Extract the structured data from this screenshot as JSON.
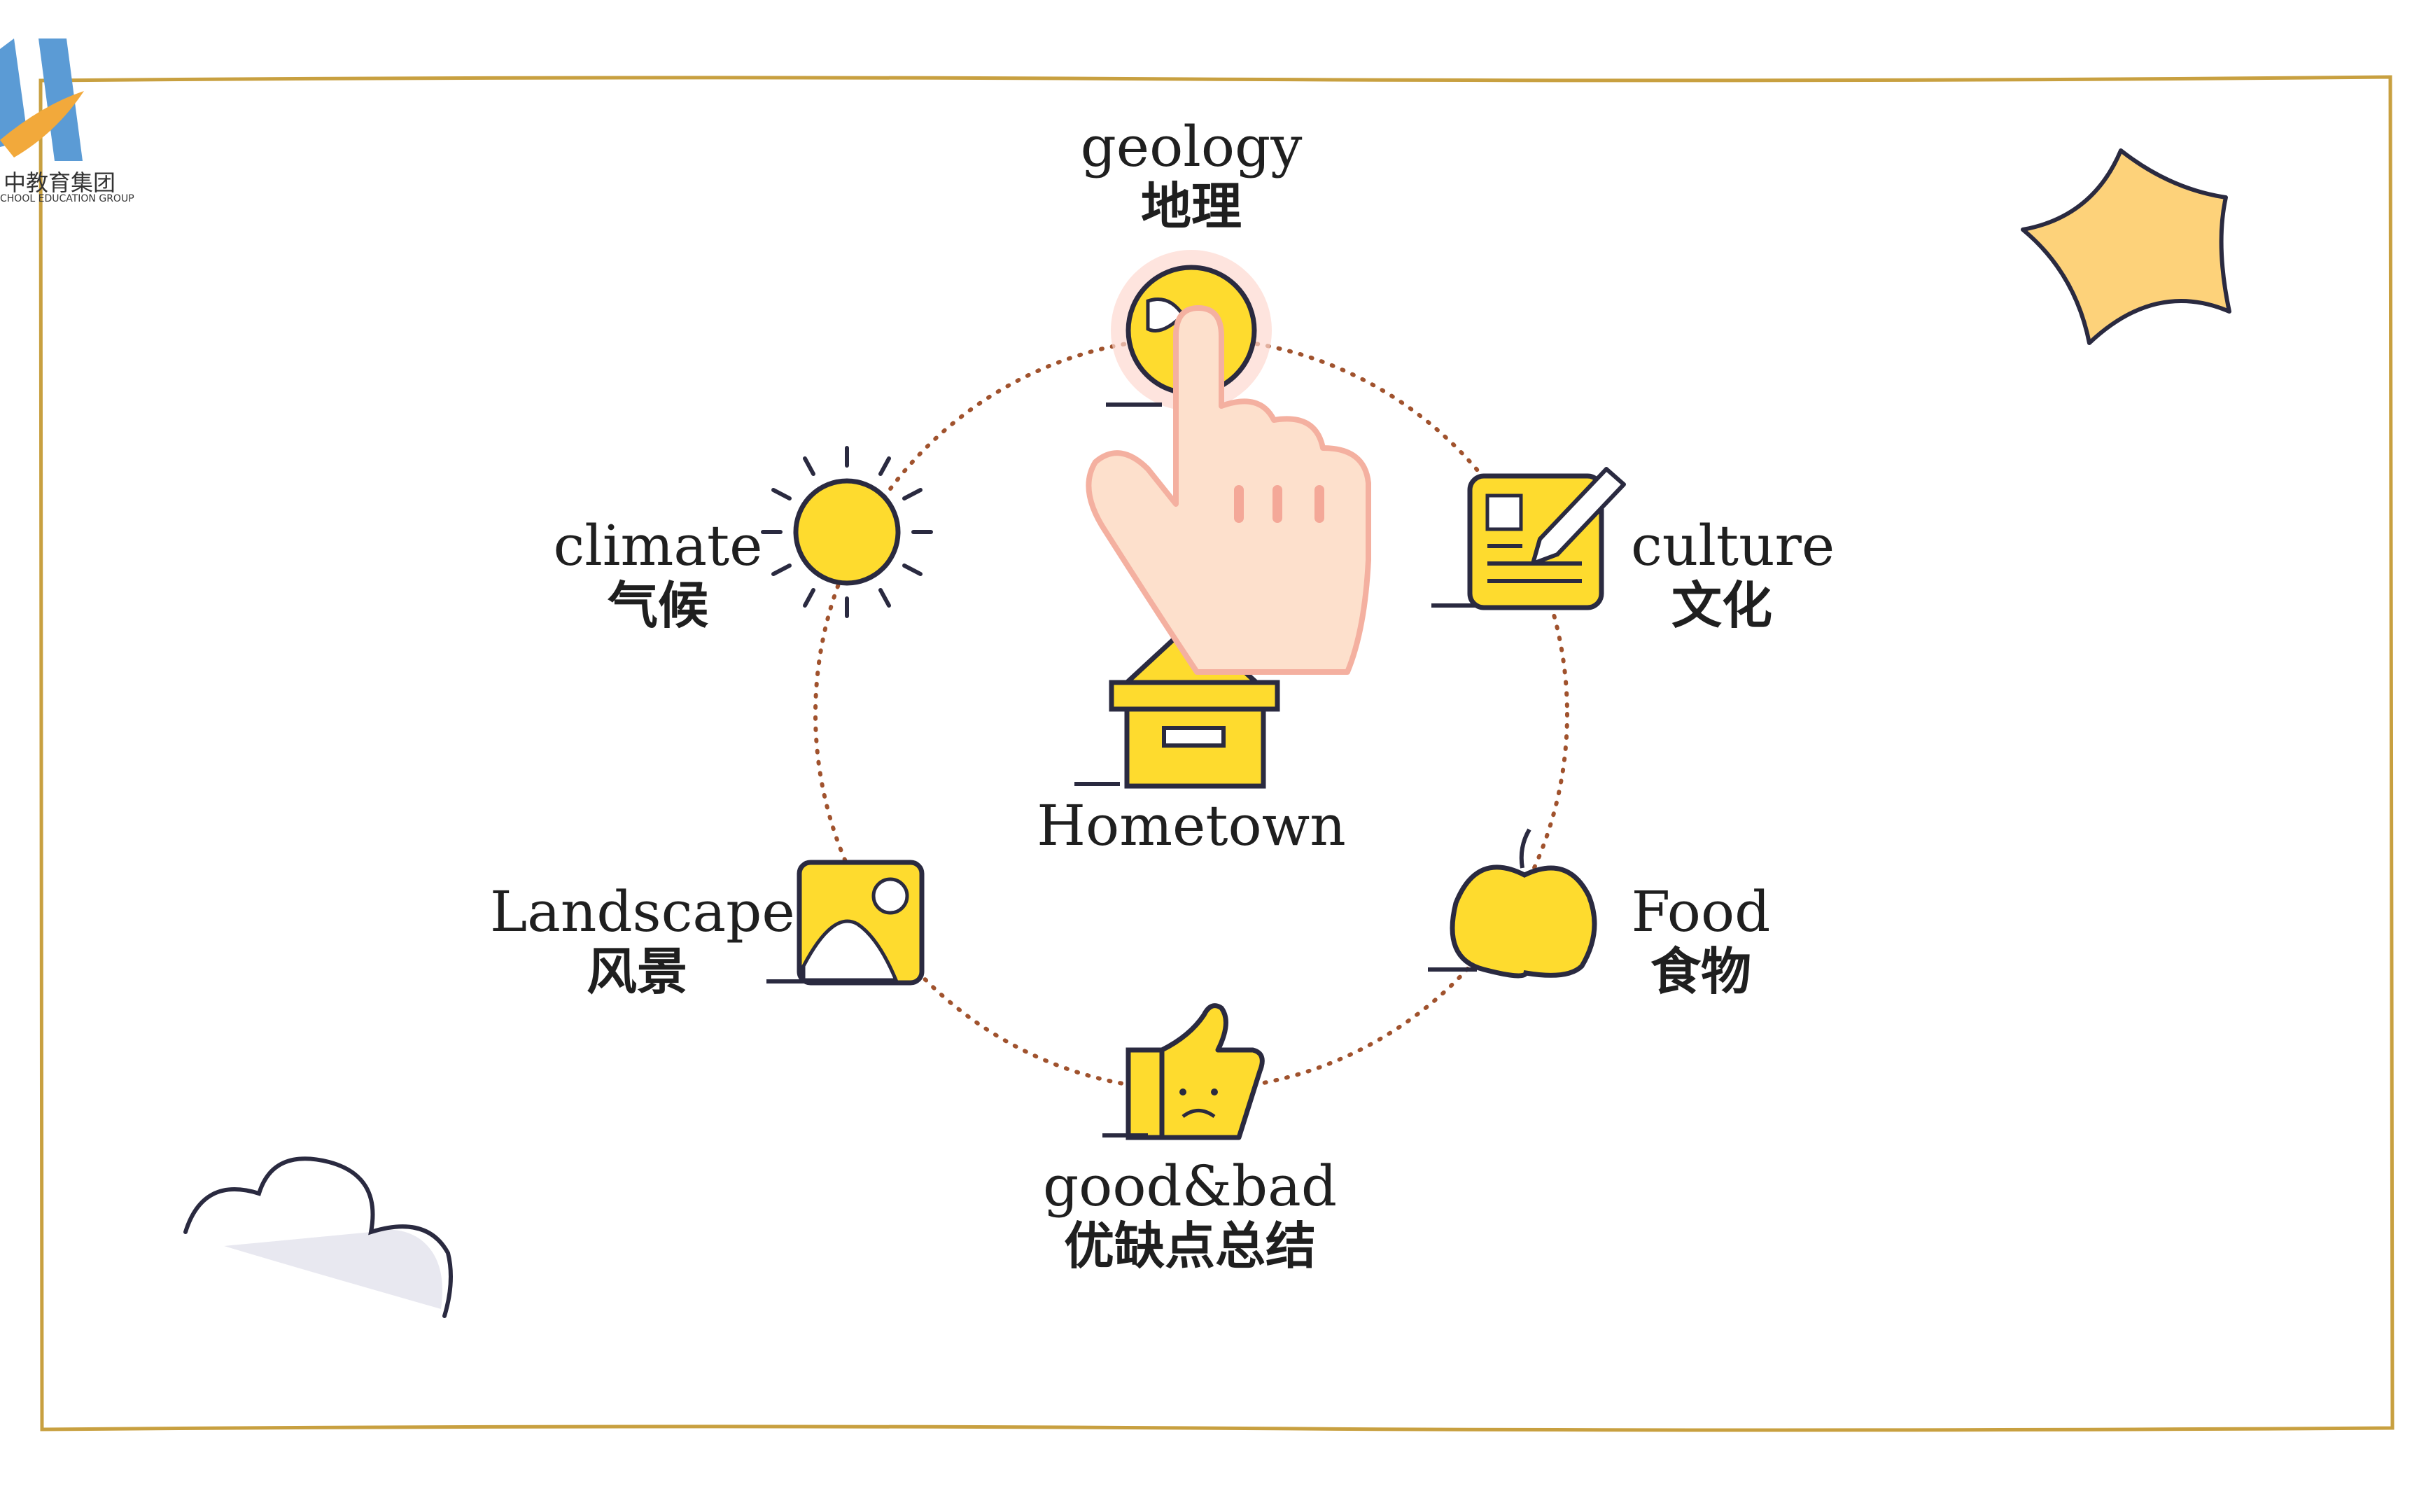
{
  "logo": {
    "name_cn": "中教育集团",
    "name_en": "CHOOL EDUCATION GROUP",
    "colors": {
      "blue": "#5b9bd5",
      "orange": "#f2a93b"
    }
  },
  "diagram": {
    "center": {
      "label": "Hometown",
      "icon": "house-icon"
    },
    "nodes": [
      {
        "id": "geology",
        "en": "geology",
        "zh": "地理",
        "icon": "globe-icon"
      },
      {
        "id": "culture",
        "en": "culture",
        "zh": "文化",
        "icon": "document-pen-icon"
      },
      {
        "id": "food",
        "en": "Food",
        "zh": "食物",
        "icon": "apple-icon"
      },
      {
        "id": "goodbad",
        "en": "good&bad",
        "zh": "优缺点总结",
        "icon": "thumbs-up-icon"
      },
      {
        "id": "landscape",
        "en": "Landscape",
        "zh": "风景",
        "icon": "picture-icon"
      },
      {
        "id": "climate",
        "en": "climate",
        "zh": "气候",
        "icon": "sun-icon"
      }
    ]
  },
  "decorations": {
    "star": "star-icon",
    "cloud": "cloud-icon",
    "pointer": "pointing-hand-icon"
  },
  "colors": {
    "icon_fill": "#fedb2e",
    "icon_stroke": "#2a2a40",
    "circle_dots": "#a0522d",
    "frame": "#c8a040",
    "star": "#fdd27a",
    "hand": "#fde0cc",
    "hand_outline": "#f4b0a0"
  }
}
